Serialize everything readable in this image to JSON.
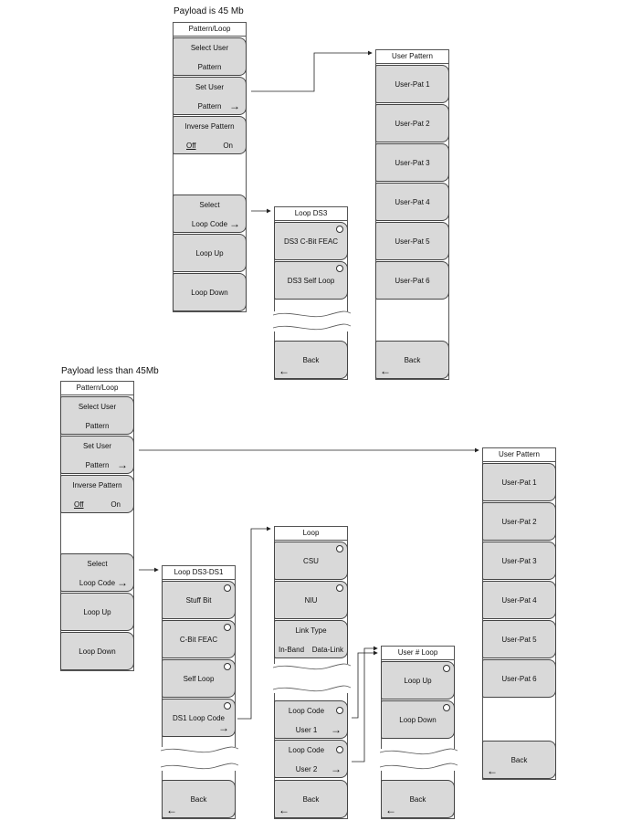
{
  "section_top": {
    "heading": "Payload is 45 Mb",
    "main_menu": {
      "title": "Pattern/Loop",
      "keys": [
        {
          "id": "select-user-pattern",
          "line1": "Select User",
          "line2": "Pattern"
        },
        {
          "id": "set-user-pattern",
          "line1": "Set User",
          "line2": "Pattern",
          "arrow": "→"
        },
        {
          "id": "inverse-pattern",
          "line1": "Inverse Pattern",
          "off": "Off",
          "on": "On"
        },
        {
          "id": "select-loop-code",
          "line1": "Select",
          "line2": "Loop Code",
          "arrow": "→"
        },
        {
          "id": "loop-up",
          "label": "Loop Up"
        },
        {
          "id": "loop-down",
          "label": "Loop Down"
        }
      ]
    },
    "loop_menu": {
      "title": "Loop DS3",
      "keys": [
        "DS3 C-Bit FEAC",
        "DS3 Self Loop"
      ],
      "back": "Back",
      "back_arrow": "←"
    },
    "user_pattern_menu": {
      "title": "User Pattern",
      "keys": [
        "User-Pat 1",
        "User-Pat 2",
        "User-Pat 3",
        "User-Pat 4",
        "User-Pat 5",
        "User-Pat 6"
      ],
      "back": "Back",
      "back_arrow": "←"
    }
  },
  "section_bottom": {
    "heading": "Payload less than 45Mb",
    "main_menu": {
      "title": "Pattern/Loop",
      "keys": [
        {
          "id": "select-user-pattern",
          "line1": "Select User",
          "line2": "Pattern"
        },
        {
          "id": "set-user-pattern",
          "line1": "Set User",
          "line2": "Pattern",
          "arrow": "→"
        },
        {
          "id": "inverse-pattern",
          "line1": "Inverse Pattern",
          "off": "Off",
          "on": "On"
        },
        {
          "id": "select-loop-code",
          "line1": "Select",
          "line2": "Loop Code",
          "arrow": "→"
        },
        {
          "id": "loop-up",
          "label": "Loop Up"
        },
        {
          "id": "loop-down",
          "label": "Loop Down"
        }
      ]
    },
    "loop_ds3_ds1_menu": {
      "title": "Loop DS3-DS1",
      "keys": [
        "Stuff Bit",
        "C-Bit FEAC",
        "Self Loop"
      ],
      "ds1_key": {
        "label": "DS1 Loop Code",
        "arrow": "→"
      },
      "back": "Back",
      "back_arrow": "←"
    },
    "loop_menu": {
      "title": "Loop",
      "keys": [
        "CSU",
        "NIU"
      ],
      "link_type": {
        "label": "Link Type",
        "left": "In-Band",
        "right": "Data-Link"
      },
      "loop_code_user1": {
        "line1": "Loop Code",
        "line2": "User 1",
        "arrow": "→"
      },
      "loop_code_user2": {
        "line1": "Loop Code",
        "line2": "User 2",
        "arrow": "→"
      },
      "back": "Back",
      "back_arrow": "←"
    },
    "user_loop_menu": {
      "title": "User # Loop",
      "keys": [
        "Loop Up",
        "Loop Down"
      ],
      "back": "Back",
      "back_arrow": "←"
    },
    "user_pattern_menu": {
      "title": "User Pattern",
      "keys": [
        "User-Pat 1",
        "User-Pat 2",
        "User-Pat 3",
        "User-Pat 4",
        "User-Pat 5",
        "User-Pat 6"
      ],
      "back": "Back",
      "back_arrow": "←"
    }
  }
}
